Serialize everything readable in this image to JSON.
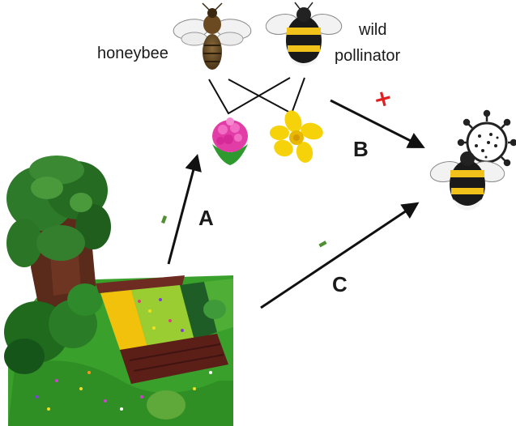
{
  "labels": {
    "honeybee": "honeybee",
    "wild_line1": "wild",
    "wild_line2": "pollinator",
    "arrow_a": "A",
    "arrow_b": "B",
    "arrow_c": "C"
  },
  "signs": {
    "a": "-",
    "b": "+",
    "c": "-"
  },
  "icons": {
    "honeybee": "honeybee-icon",
    "bumblebee": "bumblebee-icon",
    "clover": "clover-flower-icon",
    "buttercup": "yellow-flower-icon",
    "virus": "virus-icon",
    "landscape": "landscape-icon"
  },
  "colors": {
    "negative_sign": "#4f8f32",
    "positive_sign": "#e02020",
    "arrow": "#111111"
  }
}
